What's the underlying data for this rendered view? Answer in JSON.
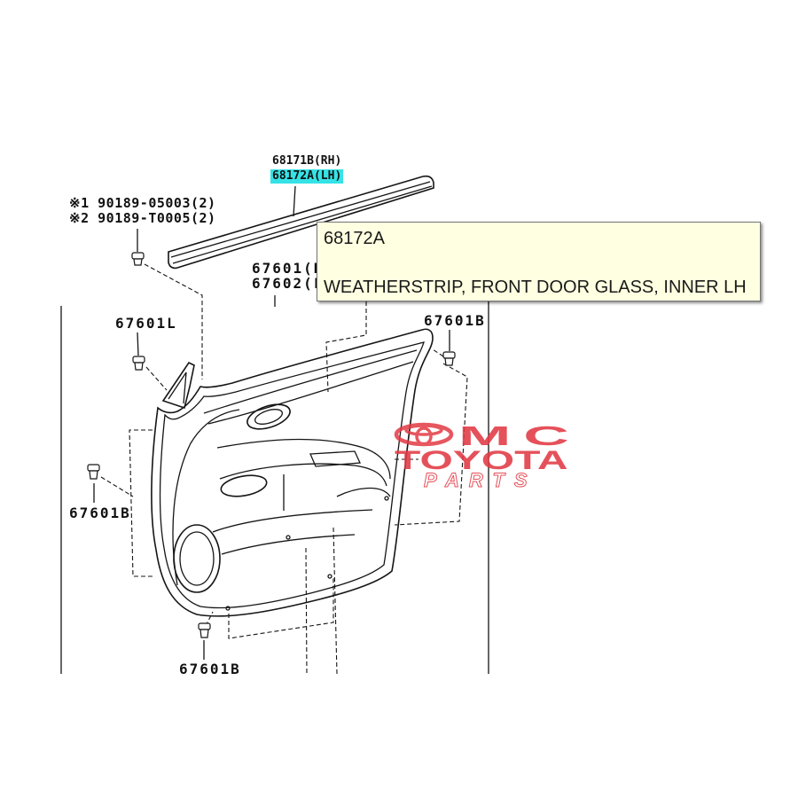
{
  "callouts": {
    "part_68171b": "68171B(RH)",
    "part_68172a": "68172A(LH)",
    "fastener_1": "※1 90189-05003(2)",
    "fastener_2": "※2 90189-T0005(2)",
    "part_67601": "67601(R",
    "part_67602": "67602(L",
    "clip_67601l": "67601L",
    "clip_67601b_right": "67601B",
    "clip_67601b_left": "67601B",
    "clip_67601b_bottom": "67601B"
  },
  "highlight_color": "#35e3e6",
  "tooltip": {
    "part_number": "68172A",
    "description": "WEATHERSTRIP, FRONT DOOR GLASS, INNER LH",
    "background": "#ffffe1"
  },
  "watermark": {
    "brand": "MC",
    "name": "TOYOTA",
    "tagline": "PARTS",
    "color": "#e23a44"
  }
}
